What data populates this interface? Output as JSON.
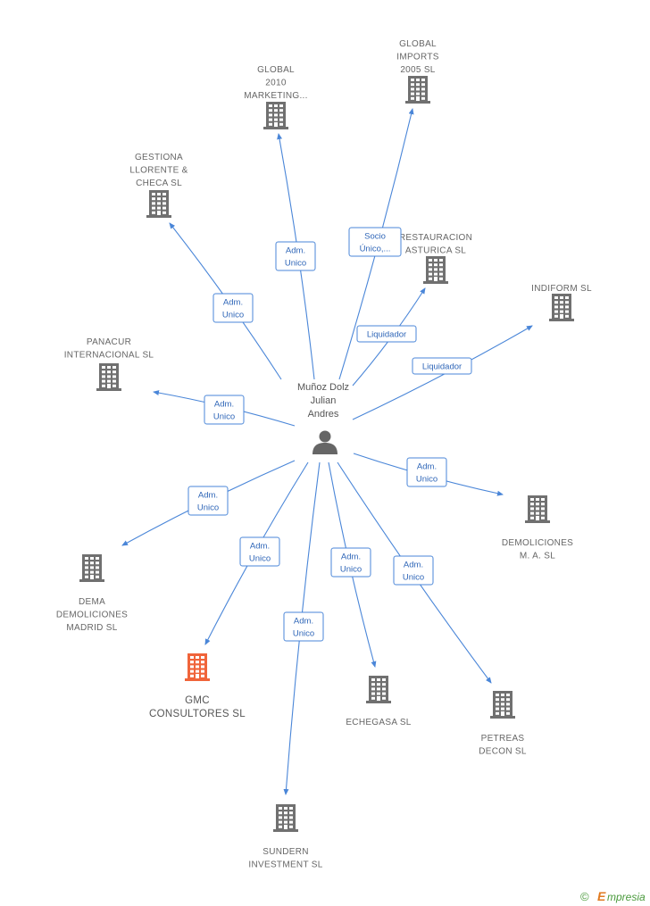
{
  "center": {
    "label": [
      "Muñoz Dolz",
      "Julian",
      "Andres"
    ],
    "icon": "person-icon"
  },
  "colors": {
    "edge": "#4a86d8",
    "building": "#707070",
    "highlight": "#f0643a",
    "brand_green": "#4a9a3c",
    "brand_orange": "#e07a20"
  },
  "nodes": [
    {
      "id": "global-imports",
      "label": [
        "GLOBAL",
        "IMPORTS",
        "2005 SL"
      ],
      "edge_label": [
        "Socio",
        "Único,..."
      ],
      "highlight": false
    },
    {
      "id": "global-2010",
      "label": [
        "GLOBAL",
        "2010",
        "MARKETING..."
      ],
      "edge_label": [
        "Adm.",
        "Unico"
      ],
      "highlight": false
    },
    {
      "id": "gestiona",
      "label": [
        "GESTIONA",
        "LLORENTE &",
        "CHECA SL"
      ],
      "edge_label": [
        "Adm.",
        "Unico"
      ],
      "highlight": false
    },
    {
      "id": "restauracion",
      "label": [
        "RESTAURACION",
        "ASTURICA SL"
      ],
      "edge_label": [
        "Liquidador"
      ],
      "highlight": false
    },
    {
      "id": "indiform",
      "label": [
        "INDIFORM SL"
      ],
      "edge_label": [
        "Liquidador"
      ],
      "highlight": false
    },
    {
      "id": "panacur",
      "label": [
        "PANACUR",
        "INTERNACIONAL SL"
      ],
      "edge_label": [
        "Adm.",
        "Unico"
      ],
      "highlight": false
    },
    {
      "id": "demoliciones-ma",
      "label": [
        "DEMOLICIONES",
        "M. A.  SL"
      ],
      "edge_label": [
        "Adm.",
        "Unico"
      ],
      "highlight": false
    },
    {
      "id": "dema",
      "label": [
        "DEMA",
        "DEMOLICIONES",
        "MADRID SL"
      ],
      "edge_label": [
        "Adm.",
        "Unico"
      ],
      "highlight": false
    },
    {
      "id": "gmc",
      "label": [
        "GMC",
        "CONSULTORES SL"
      ],
      "edge_label": [
        "Adm.",
        "Unico"
      ],
      "highlight": true
    },
    {
      "id": "echegasa",
      "label": [
        "ECHEGASA SL"
      ],
      "edge_label": [
        "Adm.",
        "Unico"
      ],
      "highlight": false
    },
    {
      "id": "petreas",
      "label": [
        "PETREAS",
        "DECON SL"
      ],
      "edge_label": [
        "Adm.",
        "Unico"
      ],
      "highlight": false
    },
    {
      "id": "sundern",
      "label": [
        "SUNDERN",
        "INVESTMENT SL"
      ],
      "edge_label": [
        "Adm.",
        "Unico"
      ],
      "highlight": false
    }
  ],
  "footer": {
    "copyright_symbol": "©",
    "brand_first": "E",
    "brand_rest": "mpresia"
  }
}
